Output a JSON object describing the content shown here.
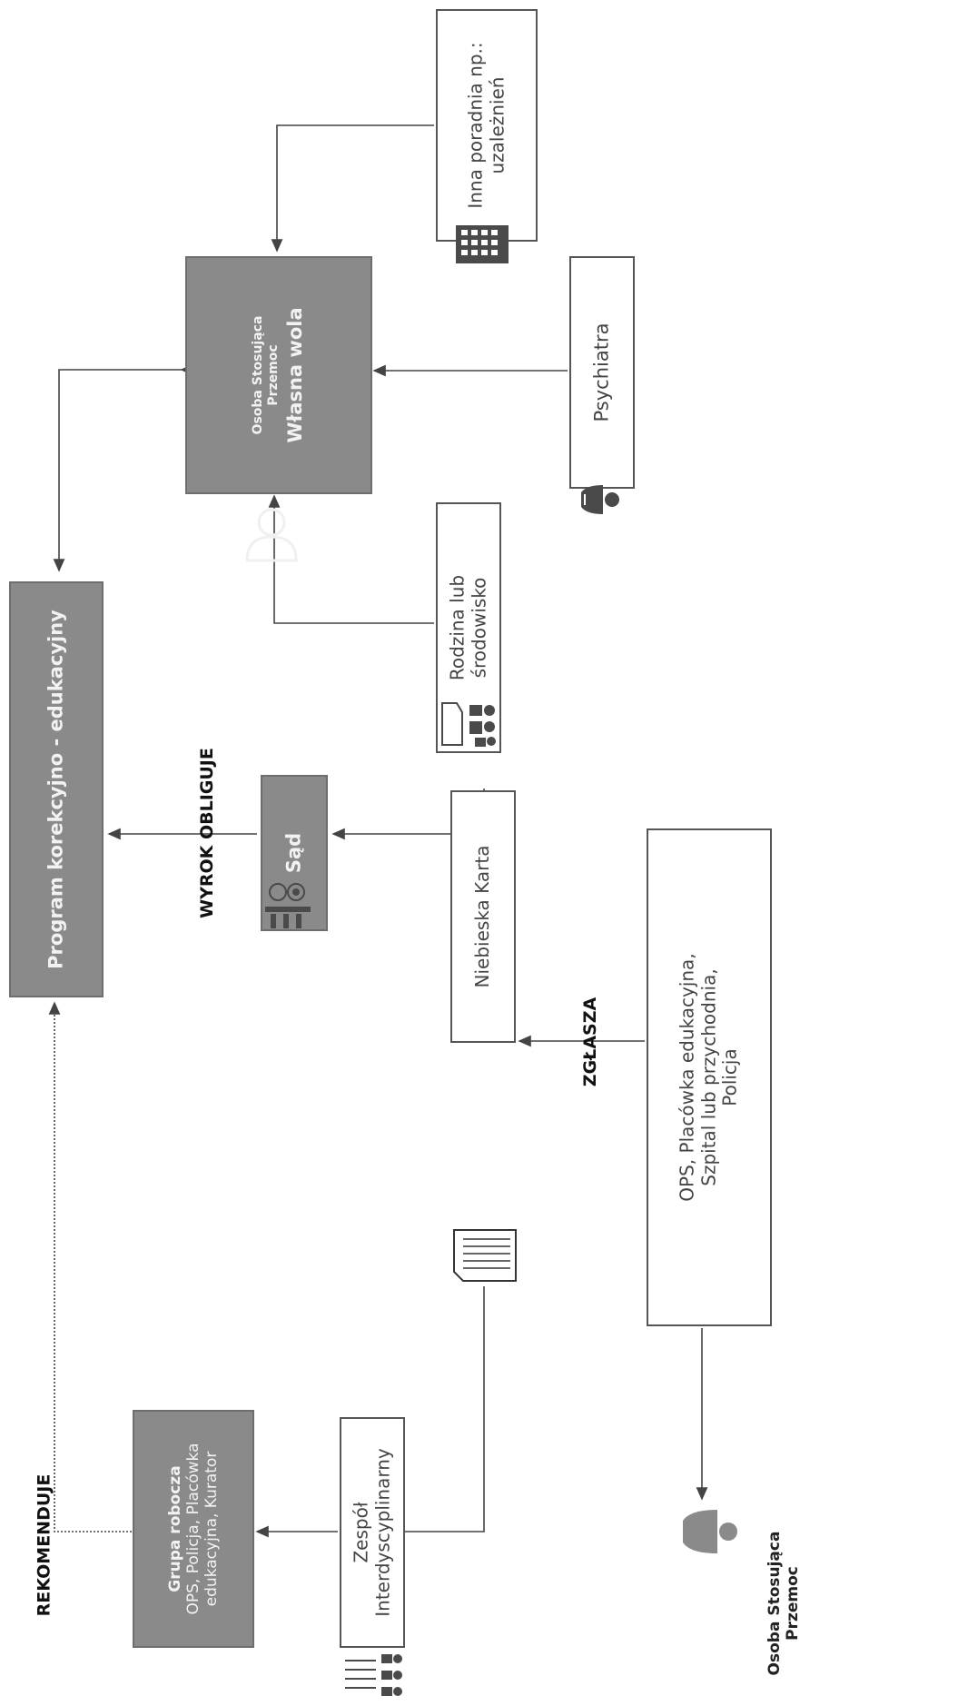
{
  "diagram": {
    "program": "Program korekcyjno - edukacyjny",
    "grupa": {
      "title": "Grupa robocza",
      "body": "OPS, Policja, Placówka\nedukacyjna, Kurator"
    },
    "zespol": "Zespół\nInterdyscyplinarny",
    "niebieska_karta": "Niebieska Karta",
    "sad": "Sąd",
    "ops_box": "OPS, Placówka edukacyjna,\nSzpital lub przychodnia,\nPolicja",
    "osoba_center": "Osoba Stosująca\nPrzemoc",
    "wlasna_wola": "Własna wola",
    "rodzina": "Rodzina lub\nśrodowisko",
    "psychiatra": "Psychiatra",
    "inna_poradnia": "Inna poradnia np.:\nuzależnień",
    "osoba_bottom": "Osoba Stosująca\nPrzemoc",
    "labels": {
      "rekomenduje": "REKOMENDUJE",
      "wyrok": "WYROK OBLIGUJE",
      "zglasza": "ZGŁASZA"
    },
    "icons": [
      "group-people-icon",
      "document-icon",
      "judge-icon",
      "family-icon",
      "doctor-icon",
      "building-icon",
      "person-icon"
    ]
  }
}
